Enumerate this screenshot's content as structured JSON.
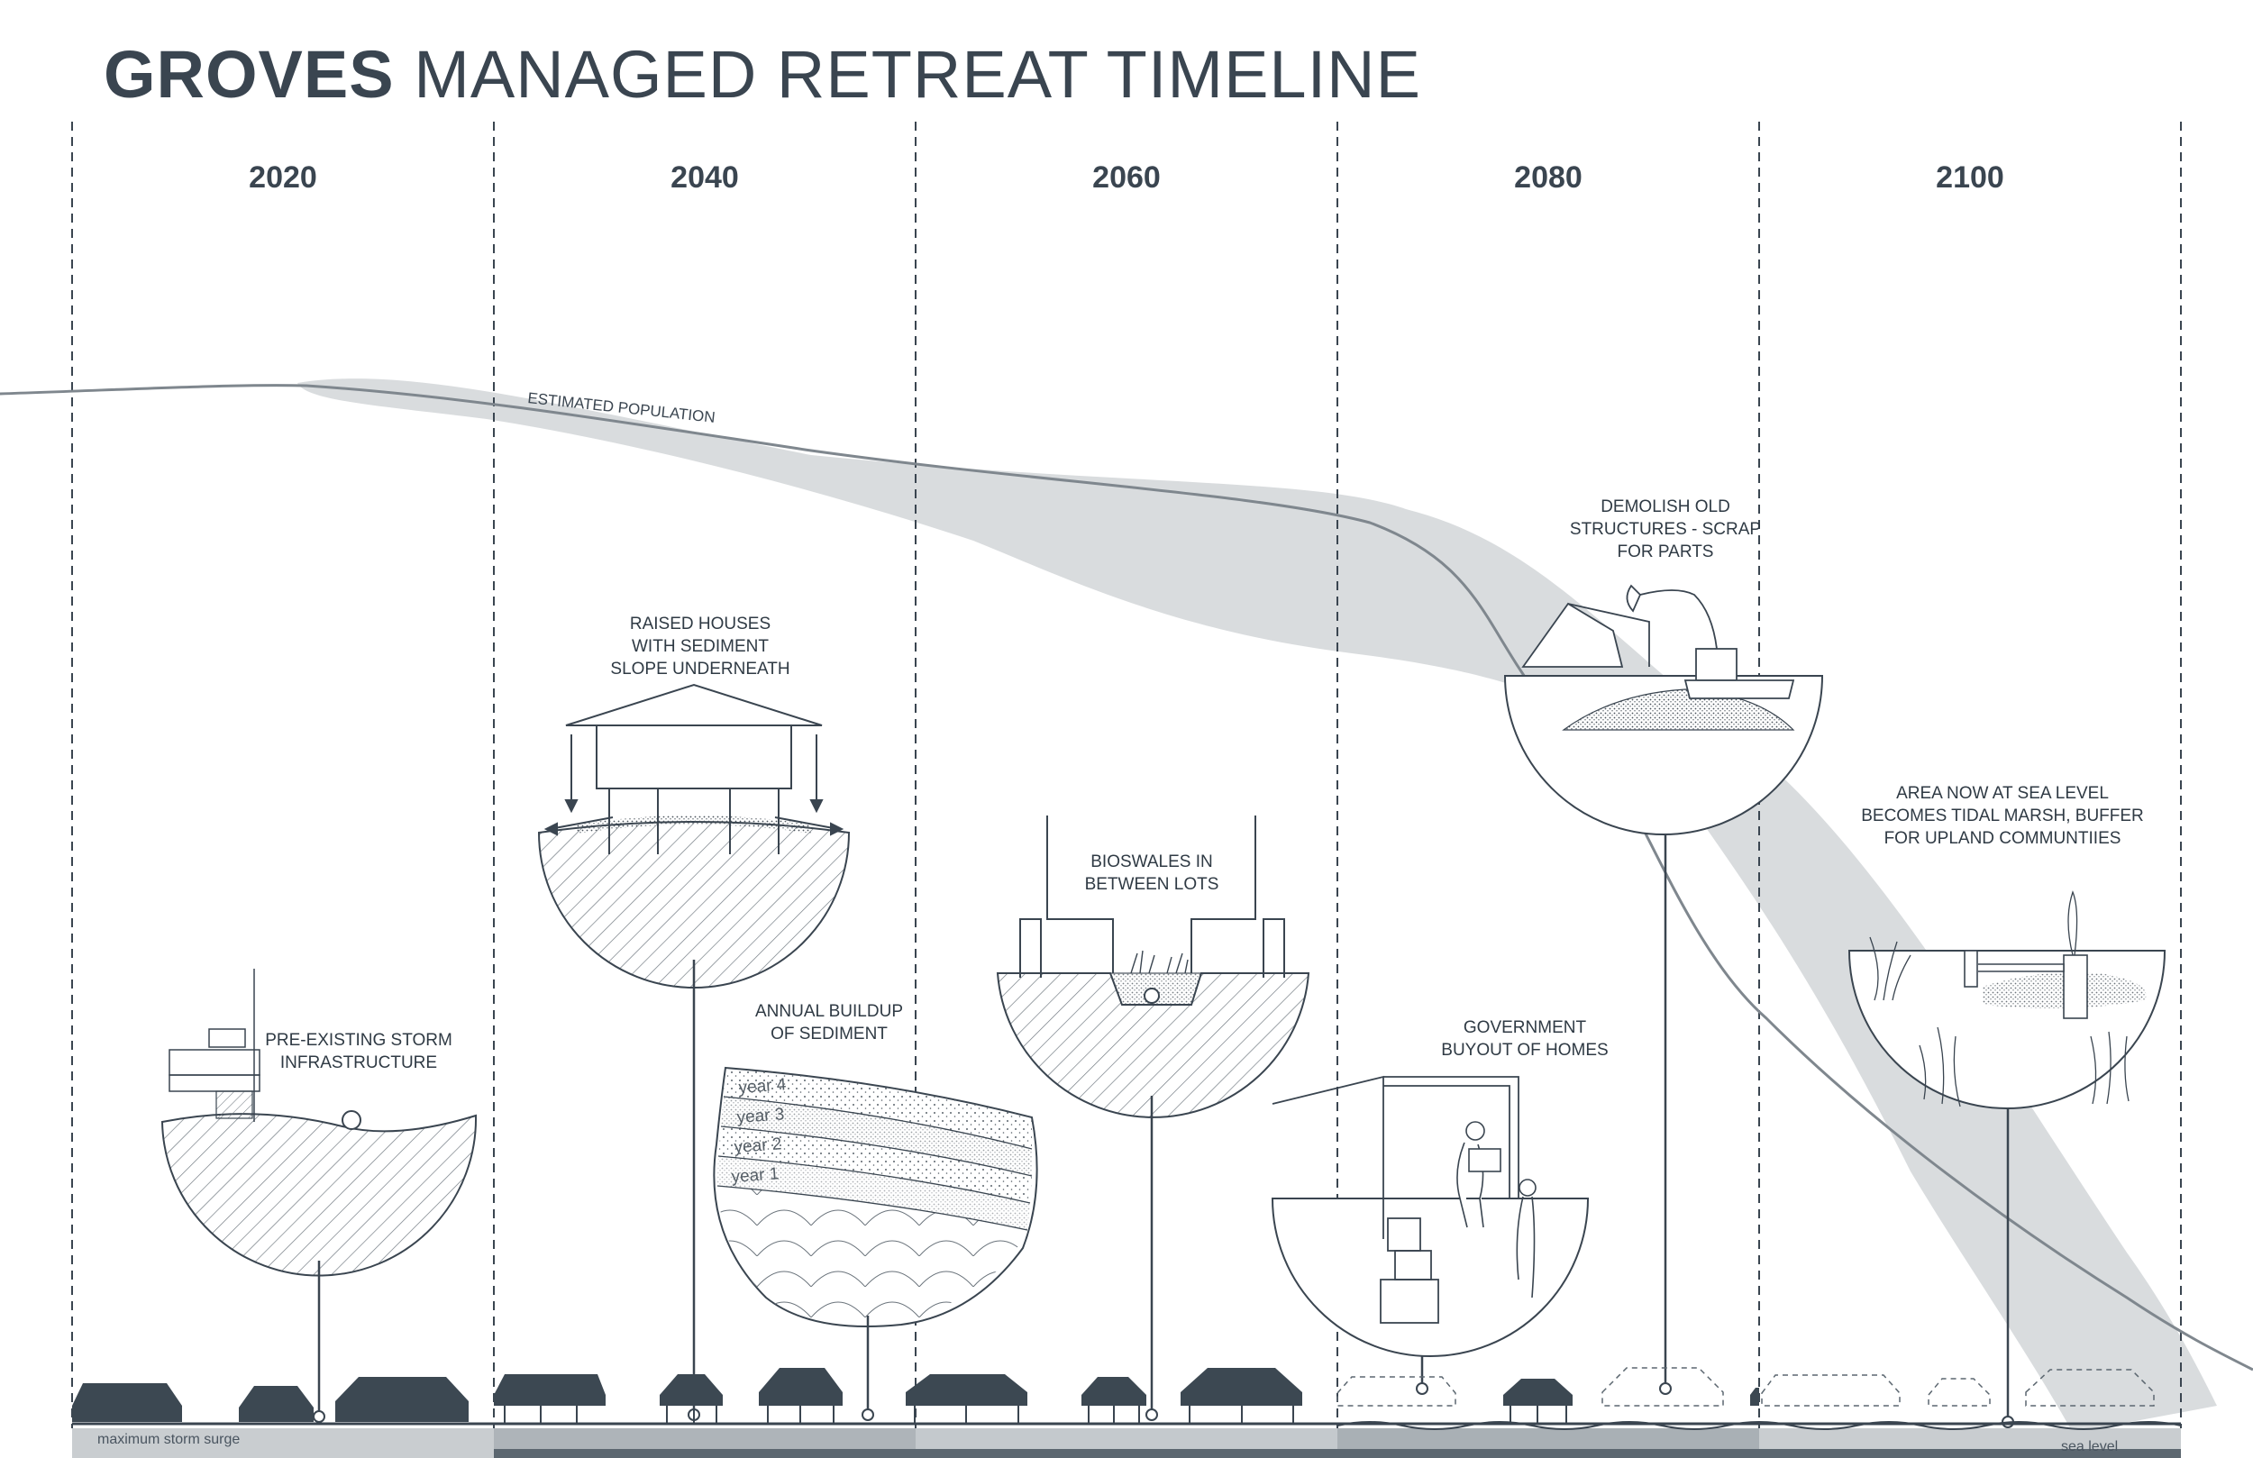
{
  "title": {
    "bold": "GROVES",
    "rest": "MANAGED RETREAT TIMELINE"
  },
  "years": [
    "2020",
    "2040",
    "2060",
    "2080",
    "2100"
  ],
  "population_label": "ESTIMATED POPULATION",
  "captions": {
    "storm": [
      "PRE-EXISTING STORM",
      "INFRASTRUCTURE"
    ],
    "raised": [
      "RAISED HOUSES",
      "WITH SEDIMENT",
      "SLOPE UNDERNEATH"
    ],
    "annual": [
      "ANNUAL BUILDUP",
      "OF SEDIMENT"
    ],
    "bioswales": [
      "BIOSWALES IN",
      "BETWEEN LOTS"
    ],
    "buyout": [
      "GOVERNMENT",
      "BUYOUT OF HOMES"
    ],
    "demolish": [
      "DEMOLISH OLD",
      "STRUCTURES - SCRAP",
      "FOR PARTS"
    ],
    "marsh": [
      "AREA NOW AT SEA LEVEL",
      "BECOMES TIDAL MARSH, BUFFER",
      "FOR UPLAND COMMUNTIIES"
    ]
  },
  "sediment_layers": [
    "year 4",
    "year 3",
    "year 2",
    "year 1"
  ],
  "ground_labels": {
    "storm_surge": "maximum storm surge",
    "sea_level": "sea level"
  },
  "colors": {
    "ink": "#3a4550",
    "band": "#d9dcde",
    "house": "#3c4852",
    "strip_light": "#c9cdd0",
    "strip_dark": "#5c6770"
  }
}
